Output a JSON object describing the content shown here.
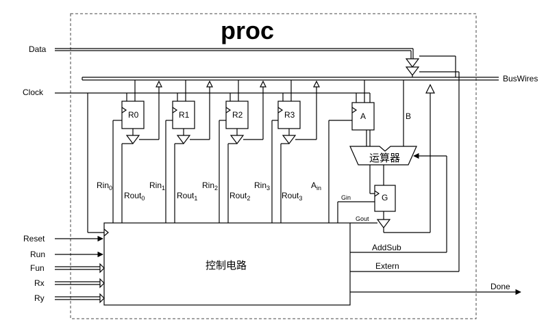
{
  "title": "proc",
  "inputs": {
    "data": "Data",
    "clock": "Clock",
    "reset": "Reset",
    "run": "Run",
    "fun": "Fun",
    "rx": "Rx",
    "ry": "Ry"
  },
  "outputs": {
    "buswires": "BusWires",
    "done": "Done"
  },
  "registers": [
    {
      "name": "R0",
      "rin": "Rin",
      "rin_sub": "0",
      "rout": "Rout",
      "rout_sub": "0"
    },
    {
      "name": "R1",
      "rin": "Rin",
      "rin_sub": "1",
      "rout": "Rout",
      "rout_sub": "1"
    },
    {
      "name": "R2",
      "rin": "Rin",
      "rin_sub": "2",
      "rout": "Rout",
      "rout_sub": "2"
    },
    {
      "name": "R3",
      "rin": "Rin",
      "rin_sub": "3",
      "rout": "Rout",
      "rout_sub": "3"
    }
  ],
  "reg_a": {
    "name": "A",
    "ain": "A",
    "ain_sub": "in"
  },
  "reg_b": "B",
  "alu": "运算器",
  "reg_g": {
    "name": "G",
    "gin": "Gin",
    "gout": "Gout"
  },
  "control": {
    "name": "控制电路",
    "addsub": "AddSub",
    "extern": "Extern"
  }
}
